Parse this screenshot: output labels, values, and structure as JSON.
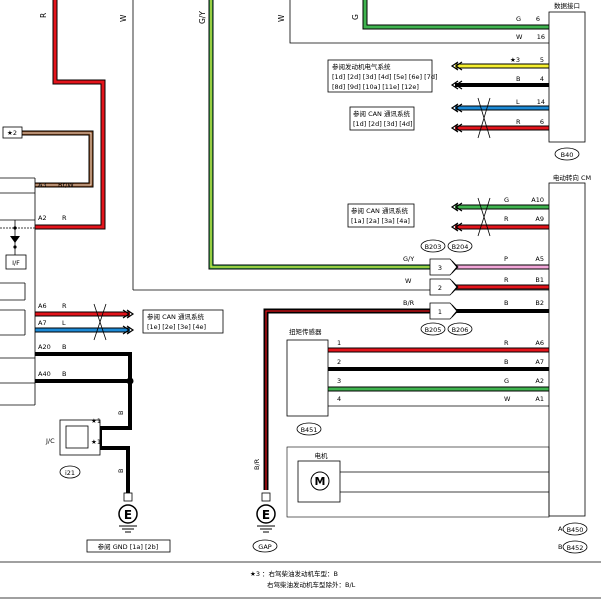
{
  "connectors": {
    "dlc": {
      "title": "数据接口",
      "code": "B40"
    },
    "eps_cm": {
      "title": "电动转向 CM",
      "pins": [
        "A",
        "B"
      ],
      "codes": [
        "B450",
        "B452"
      ]
    },
    "torque_sensor": {
      "title": "扭矩传感器",
      "code": "B451"
    },
    "motor": {
      "title": "电机",
      "symbol": "M"
    },
    "jc": {
      "label": "J/C",
      "code": "i21"
    },
    "gap": {
      "code": "GAP",
      "ground_symbol": "E"
    },
    "left_ground": {
      "ground_symbol": "E"
    },
    "junctions": {
      "upper": [
        "B203",
        "B204"
      ],
      "lower": [
        "B205",
        "B206"
      ]
    },
    "if_box": "I/F"
  },
  "refs": {
    "engine": {
      "title": "参阅发动机电气系统",
      "line1": "[1d] [2d] [3d] [4d] [5e] [6e] [7d]",
      "line2": "[8d] [9d] [10a] [11e] [12e]"
    },
    "can_top": {
      "title": "参阅 CAN 通讯系统",
      "line1": "[1d] [2d] [3d] [4d]"
    },
    "can_mid": {
      "title": "参阅 CAN 通讯系统",
      "line1": "[1a] [2a] [3a] [4a]"
    },
    "can_left": {
      "title": "参阅 CAN 通讯系统",
      "line1": "[1e] [2e] [3e] [4e]"
    },
    "gnd": "参阅 GND [1a] [2b]"
  },
  "labels": {
    "star2": "★2",
    "star1": "★1",
    "star3_pin": "★3"
  },
  "wires": {
    "top_r": "R",
    "top_w": "W",
    "top_gy": "G/Y",
    "top_w2": "W",
    "dlc_g": "G",
    "dlc_w": "W",
    "dlc_b": "B",
    "dlc_l": "L",
    "dlc_r": "R",
    "a3_code": "A3",
    "a3_color": "Br/W",
    "a2_code": "A2",
    "a2_color": "R",
    "a6_code": "A6",
    "a6_color": "R",
    "a7_code": "A7",
    "a7_color": "L",
    "a20_code": "A20",
    "a20_color": "B",
    "a40_code": "A40",
    "a40_color": "B",
    "jc_b1": "B",
    "jc_b2": "B",
    "gap_br": "B/R",
    "eps_g": "G",
    "eps_r": "R",
    "gy": "G/Y",
    "w": "W",
    "br": "B/R",
    "p": "P",
    "r": "R",
    "b": "B",
    "ts_r": "R",
    "ts_b": "B",
    "ts_g": "G",
    "ts_w": "W"
  },
  "pins": {
    "dlc": [
      "6",
      "16",
      "5",
      "4",
      "14",
      "6"
    ],
    "eps_upper": [
      "A10",
      "A9"
    ],
    "eps_junction": [
      "A5",
      "B1",
      "B2"
    ],
    "eps_ts": [
      "A6",
      "A7",
      "A2",
      "A1"
    ],
    "ts": [
      "1",
      "2",
      "3",
      "4"
    ],
    "junction": [
      "3",
      "2",
      "1"
    ]
  },
  "footnote": {
    "line1": "★3 ：右驾柴油发动机车型：B",
    "line2": "右驾柴油发动机车型除外：B/L"
  }
}
